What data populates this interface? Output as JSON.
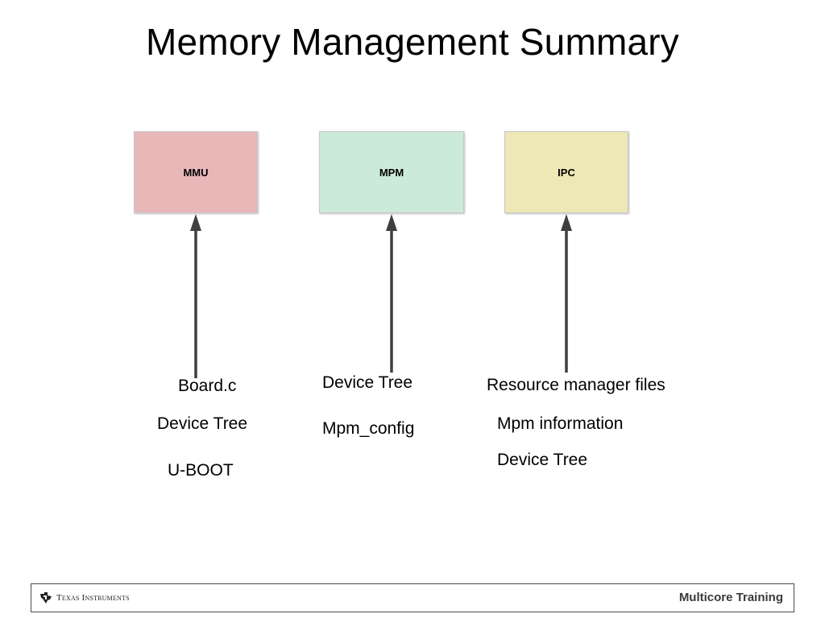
{
  "title": "Memory Management Summary",
  "boxes": [
    {
      "label": "MMU",
      "color": "#e8b8b9"
    },
    {
      "label": "MPM",
      "color": "#cbead7"
    },
    {
      "label": "IPC",
      "color": "#ede8b5"
    }
  ],
  "inputs": {
    "mmu": [
      "Board.c",
      "Device Tree",
      "U-BOOT"
    ],
    "mpm": [
      "Device Tree",
      "Mpm_config"
    ],
    "ipc": [
      "Resource manager files",
      "Mpm information",
      "Device Tree"
    ]
  },
  "footer": {
    "logo_text": "Texas Instruments",
    "right_text": "Multicore Training"
  },
  "colors": {
    "arrow": "#3f3f3f",
    "footer_border": "#4a4a4a"
  },
  "icons": {
    "logo": "texas-instruments-logo-icon"
  }
}
